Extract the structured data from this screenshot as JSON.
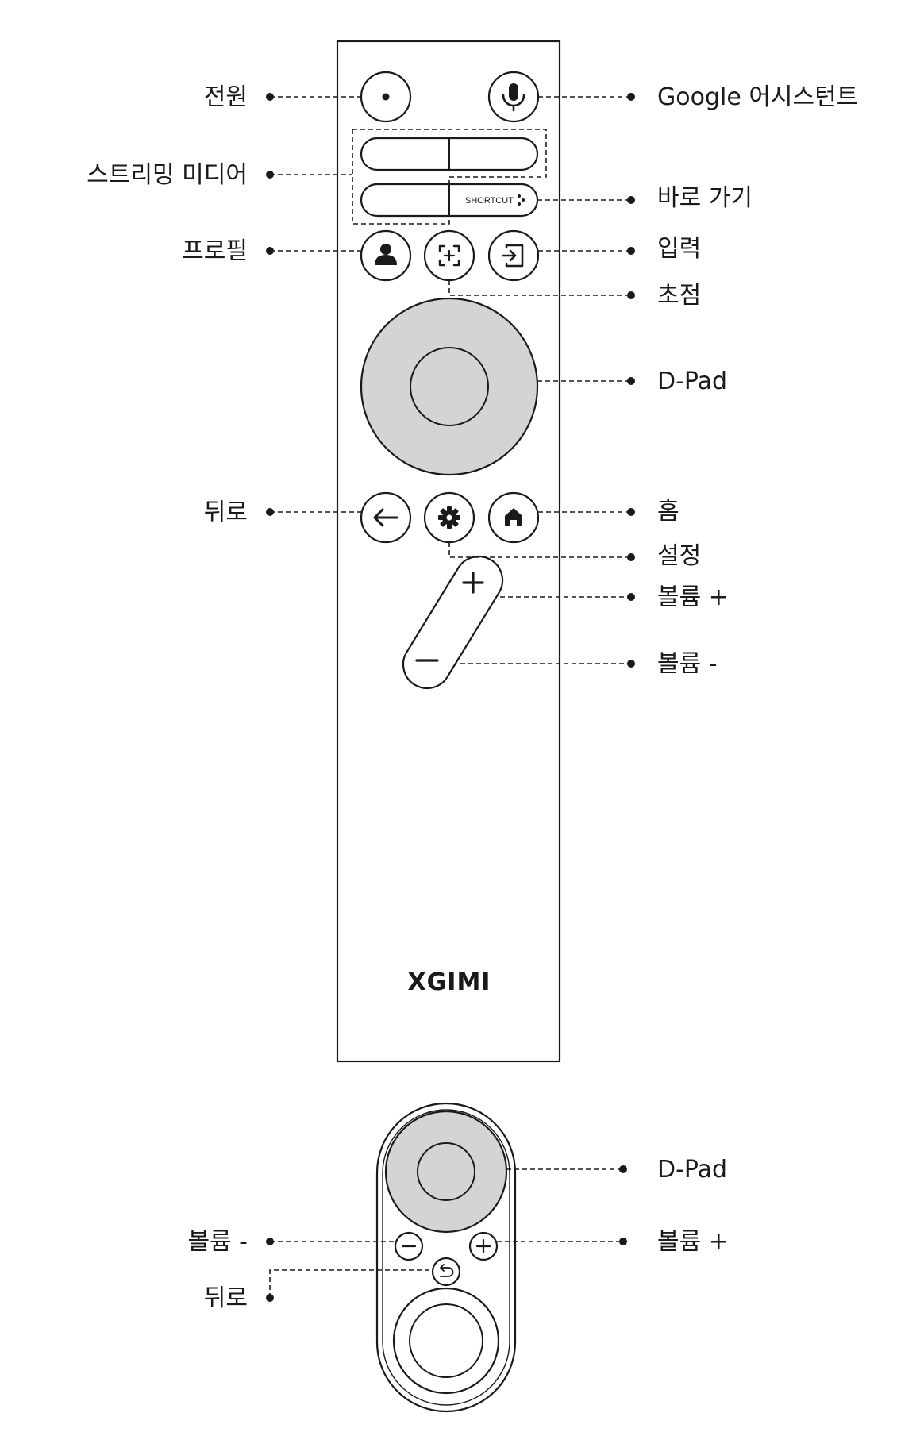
{
  "labels": {
    "power": "전원",
    "streaming_media": "스트리밍 미디어",
    "profile": "프로필",
    "back": "뒤로",
    "google_assistant": "Google 어시스턴트",
    "shortcut_key": "바로 가기",
    "input": "입력",
    "focus": "초점",
    "dpad": "D-Pad",
    "home": "홈",
    "settings": "설정",
    "volume_up": "볼륨 +",
    "volume_down": "볼륨 -"
  },
  "small_remote_labels": {
    "dpad": "D-Pad",
    "volume_down": "볼륨 -",
    "volume_up": "볼륨 +",
    "back": "뒤로"
  },
  "remote": {
    "brand": "XGIMI",
    "shortcut_text": "SHORTCUT"
  },
  "icons": {
    "power": "power-dot-icon",
    "mic": "microphone-icon",
    "profile": "person-icon",
    "focus": "focus-bracket-icon",
    "input": "input-arrow-icon",
    "back": "arrow-left-icon",
    "settings": "gear-icon",
    "home": "home-icon",
    "volume_up": "plus-icon",
    "volume_down": "minus-icon"
  }
}
